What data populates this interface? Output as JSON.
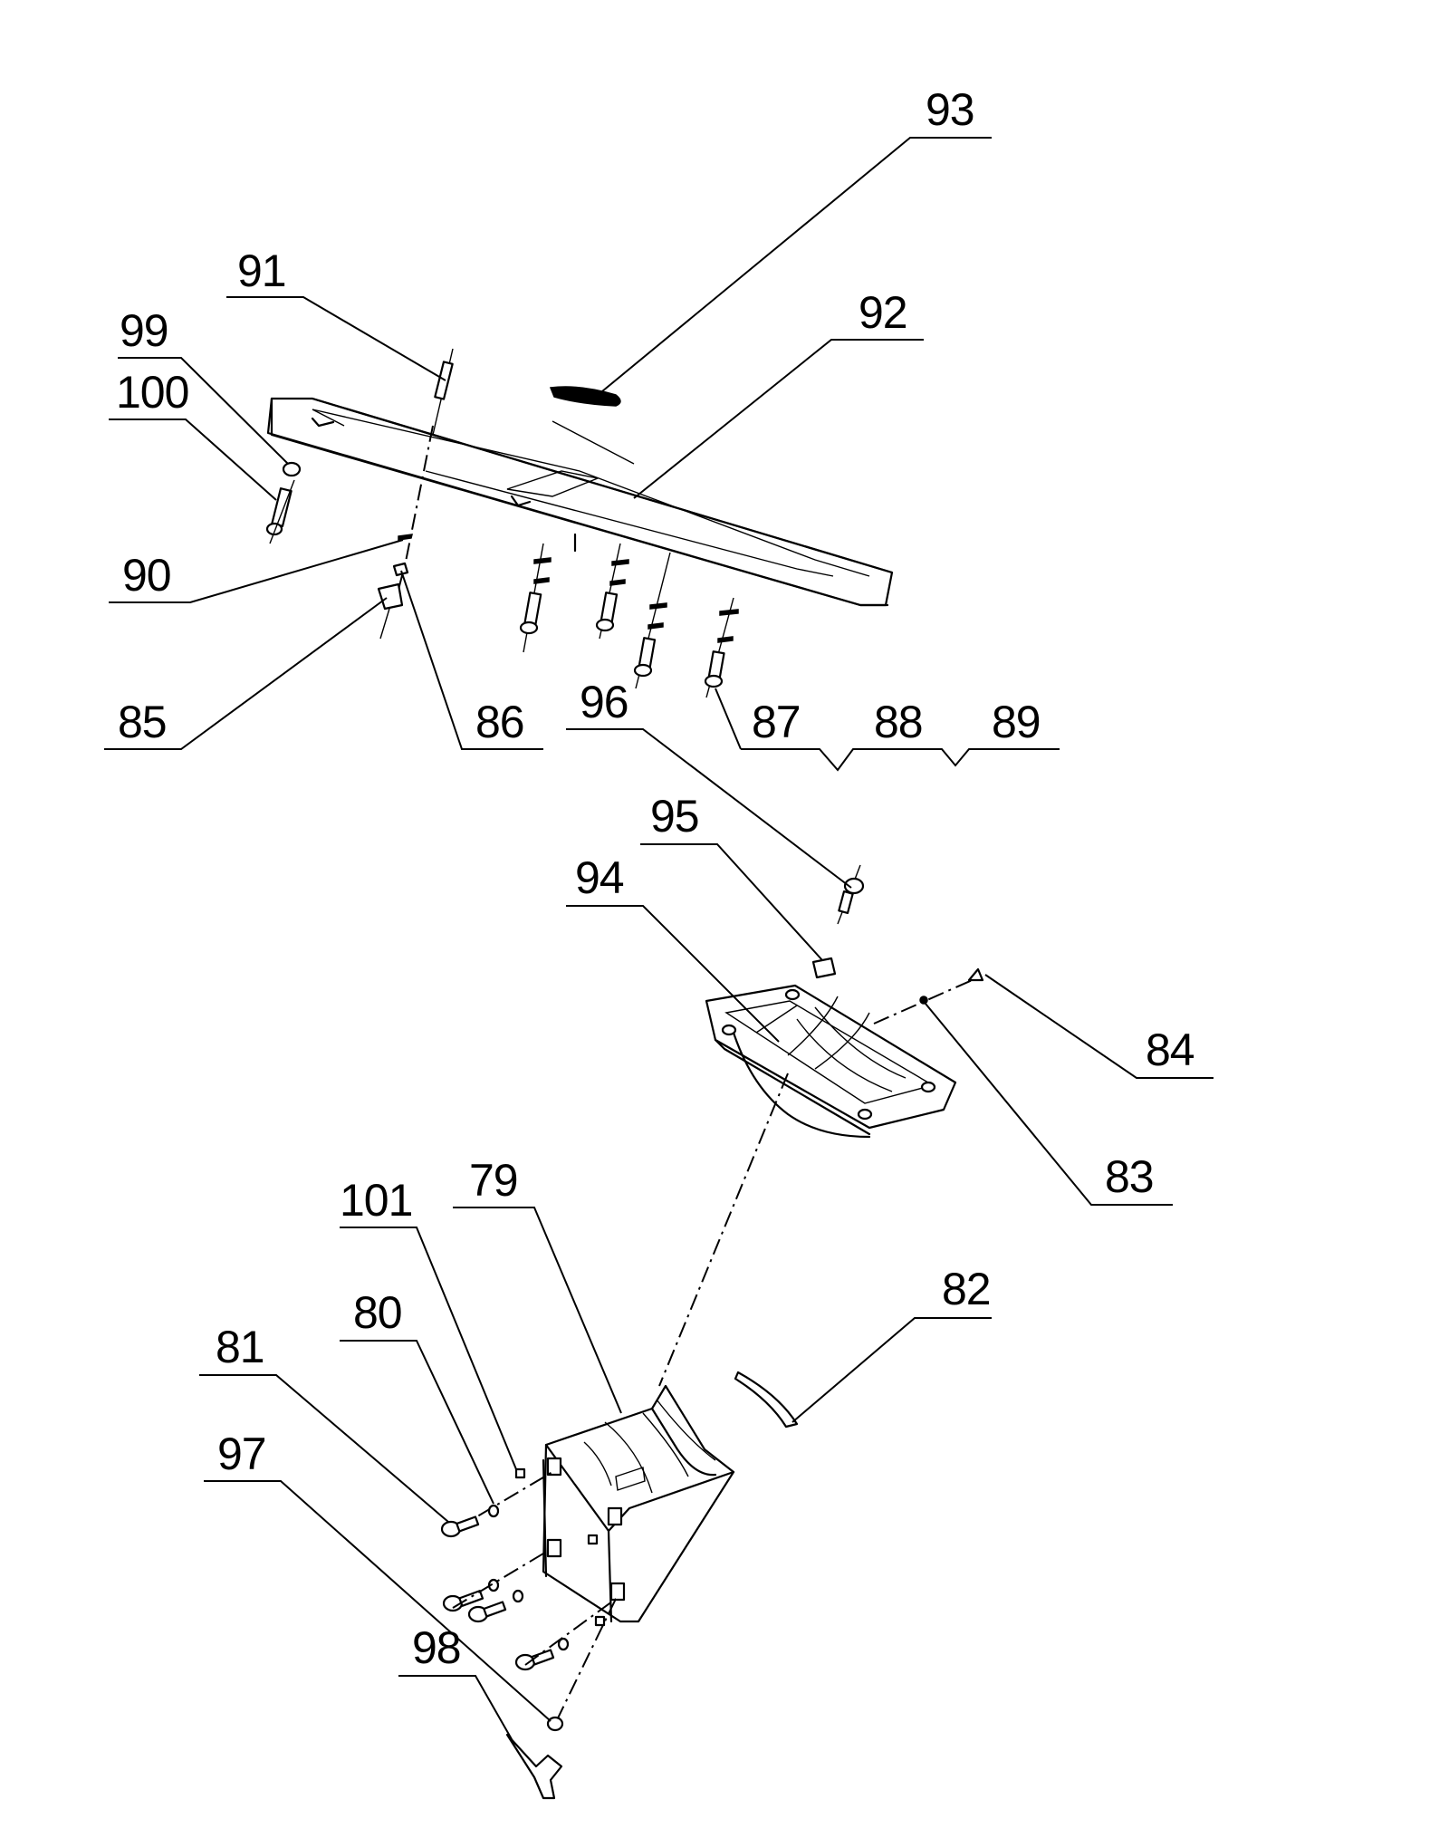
{
  "figure": {
    "labels": [
      "93",
      "92",
      "91",
      "99",
      "100",
      "90",
      "85",
      "86",
      "96",
      "87",
      "88",
      "89",
      "95",
      "94",
      "84",
      "83",
      "79",
      "101",
      "80",
      "81",
      "82",
      "97",
      "98"
    ]
  }
}
